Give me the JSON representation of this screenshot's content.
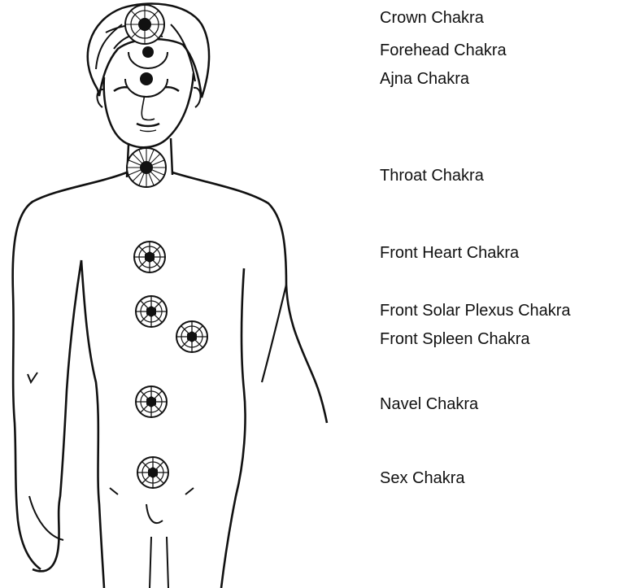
{
  "labels": {
    "crown": "Crown Chakra",
    "forehead": "Forehead Chakra",
    "ajna": "Ajna Chakra",
    "throat": "Throat Chakra",
    "front_heart": "Front Heart Chakra",
    "front_solar_plexus": "Front Solar Plexus Chakra",
    "front_spleen": "Front Spleen Chakra",
    "navel": "Navel Chakra",
    "sex": "Sex Chakra"
  },
  "colors": {
    "ink": "#111111",
    "background": "#ffffff"
  },
  "icons": {
    "chakra": "chakra-wheel-icon"
  }
}
